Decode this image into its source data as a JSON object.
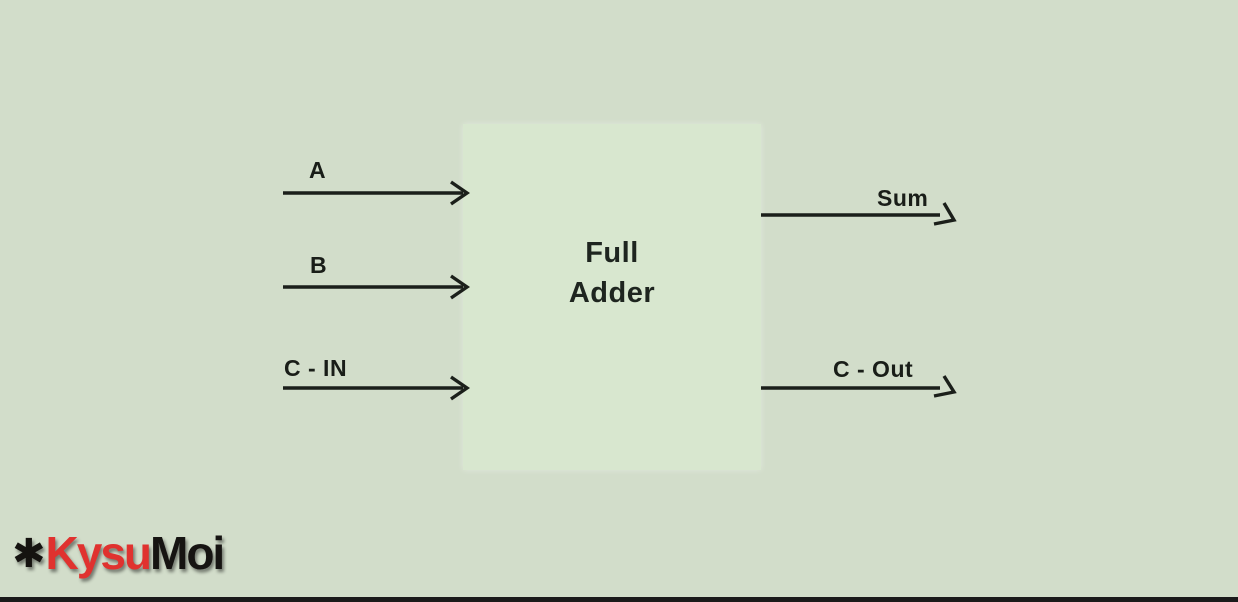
{
  "diagram": {
    "type": "block-diagram",
    "subject": "Full Adder logic block",
    "block": {
      "line1": "Full",
      "line2": "Adder",
      "fill_color": "#d8e7cf"
    },
    "inputs": [
      {
        "label": "A"
      },
      {
        "label": "B"
      },
      {
        "label": "C - IN"
      }
    ],
    "outputs": [
      {
        "label": "Sum"
      },
      {
        "label": "C - Out"
      }
    ],
    "colors": {
      "background": "#d2ddca",
      "line": "#1b1f1a",
      "text": "#191d18"
    }
  },
  "watermark": {
    "symbol": "✱",
    "part1": "Kysu",
    "part2": "Moi",
    "part1_color": "#e0322f",
    "part2_color": "#161412"
  }
}
